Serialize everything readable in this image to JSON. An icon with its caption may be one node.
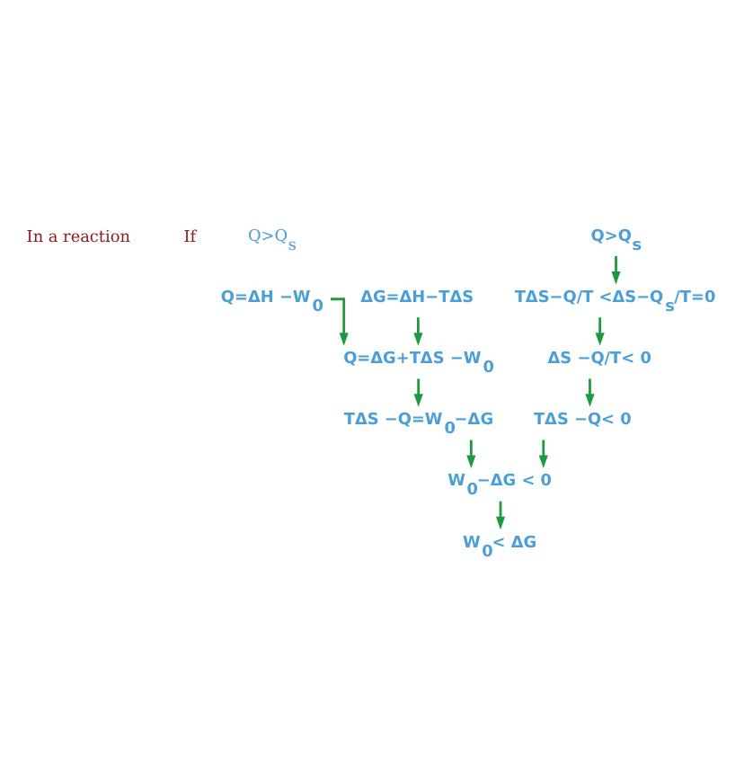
{
  "diagram": {
    "nodes": [
      {
        "text": [
          "Q=ΔH −W$_{0}$"
        ]
      },
      {
        "text": [
          "ΔG=ΔH−TΔS"
        ]
      },
      {
        "text": [
          "Q>Q$_{s}$"
        ]
      },
      {
        "text": [
          "TΔS−Q/T <ΔS−Q$_{s}$/T=0"
        ]
      },
      {
        "text": [
          "ΔS −Q/T< 0"
        ]
      },
      {
        "text": [
          "TΔS −Q< 0"
        ]
      },
      {
        "text": [
          "Q=ΔG+TΔS −W$_{0}$"
        ]
      },
      {
        "text": [
          "TΔS −Q=W$_{0}$−ΔG"
        ]
      },
      {
        "text": [
          "W$_{0}$−ΔG < 0"
        ]
      },
      {
        "text": [
          "W$_{0}$< ΔG"
        ]
      }
    ],
    "edges": [
      {
        "from": 0,
        "to": 6,
        "arrow": "to"
      },
      {
        "from": 1,
        "to": 6,
        "arrow": "to"
      },
      {
        "from": 2,
        "to": 3,
        "arrow": "to"
      },
      {
        "from": 3,
        "to": 4,
        "arrow": "to"
      },
      {
        "from": 4,
        "to": 5,
        "arrow": "to"
      },
      {
        "from": 6,
        "to": 7,
        "arrow": "to"
      },
      {
        "from": 5,
        "to": 8,
        "arrow": "to"
      },
      {
        "from": 7,
        "to": 8,
        "arrow": "to"
      },
      {
        "from": 8,
        "to": 9,
        "arrow": "to"
      }
    ],
    "labels": [
      "In a reaction",
      "If",
      "Q>Q$_{s}$"
    ]
  }
}
